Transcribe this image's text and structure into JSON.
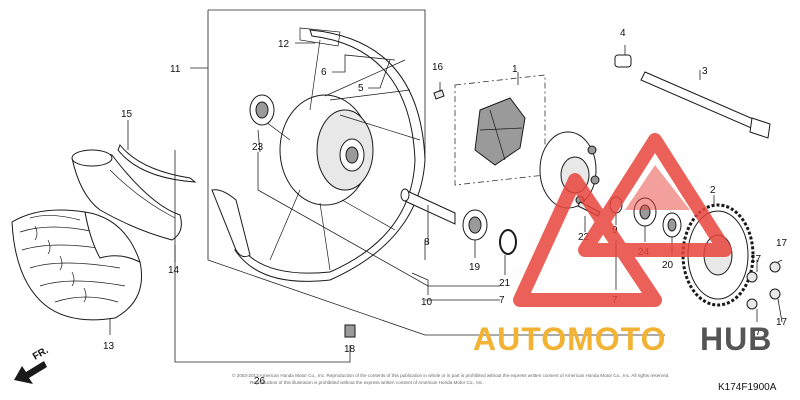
{
  "diagram": {
    "figure_code": "K174F1900A",
    "copyright_line1": "© 2003-2013 American Honda Motor Co., Inc. Reproduction of the contents of this publication in whole or in part is prohibited without the express written consent of American Honda Motor Co., Inc. All rights reserved.",
    "copyright_line2": "Reproduction of this illustration is prohibited without the express written consent of American Honda Motor Co., Inc.",
    "front_indicator": "FR.",
    "callouts": {
      "c1": "1",
      "c2": "2",
      "c3": "3",
      "c4": "4",
      "c5": "5",
      "c6": "6",
      "c7a": "7",
      "c7b": "7",
      "c8": "8",
      "c9": "9",
      "c10": "10",
      "c11": "11",
      "c12": "12",
      "c13": "13",
      "c14": "14",
      "c15": "15",
      "c16": "16",
      "c17a": "17",
      "c17b": "17",
      "c17c": "17",
      "c17d": "17",
      "c18": "18",
      "c19": "19",
      "c20": "20",
      "c21": "21",
      "c22": "22",
      "c23": "23",
      "c24": "24",
      "c26": "26"
    }
  },
  "watermark": {
    "brand_part1": "AUTOMOTO",
    "brand_part2": "HUB",
    "color_part1": "#f2b233",
    "color_part2": "#555555",
    "logo_color": "#e8453c"
  }
}
